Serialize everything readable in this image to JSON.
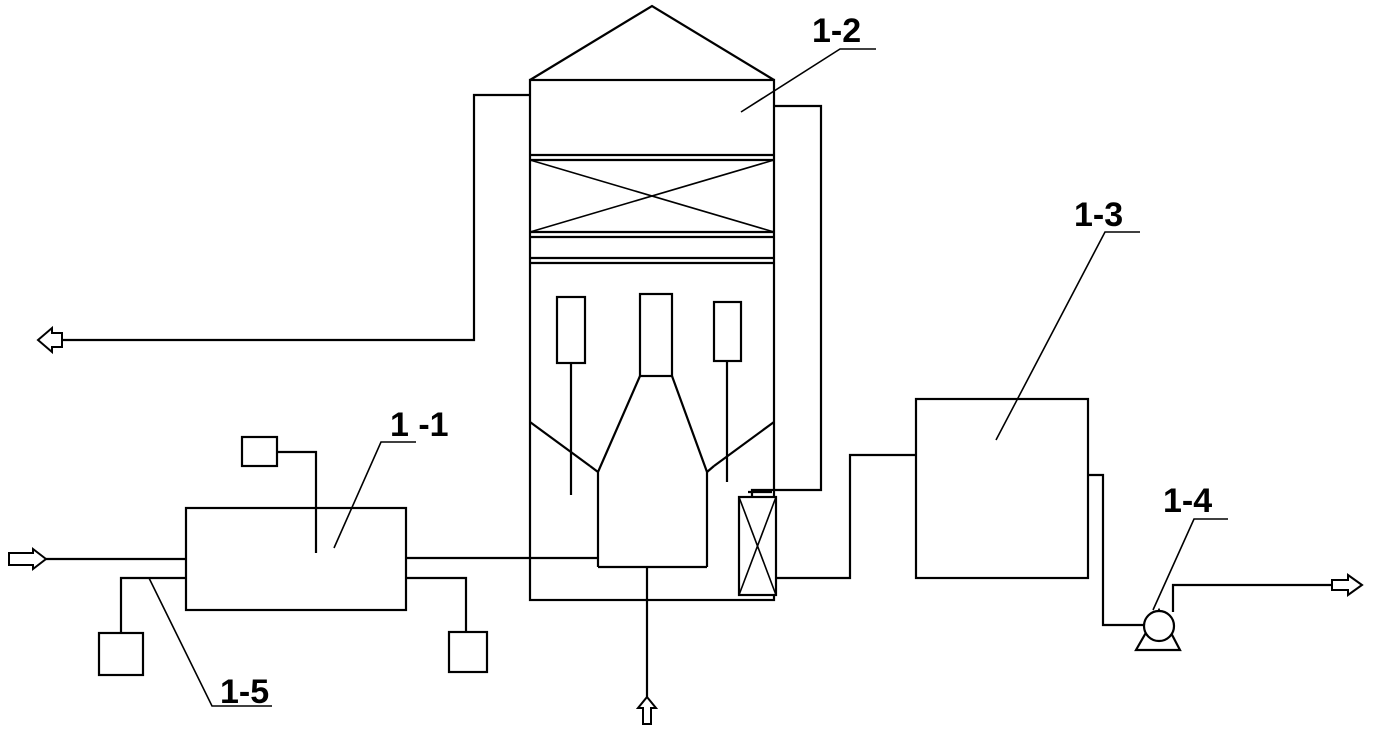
{
  "labels": {
    "l11": "1 -1",
    "l12": "1-2",
    "l13": "1-3",
    "l14": "1-4",
    "l15": "1-5"
  },
  "colors": {
    "stroke": "#000000",
    "background": "#ffffff"
  }
}
